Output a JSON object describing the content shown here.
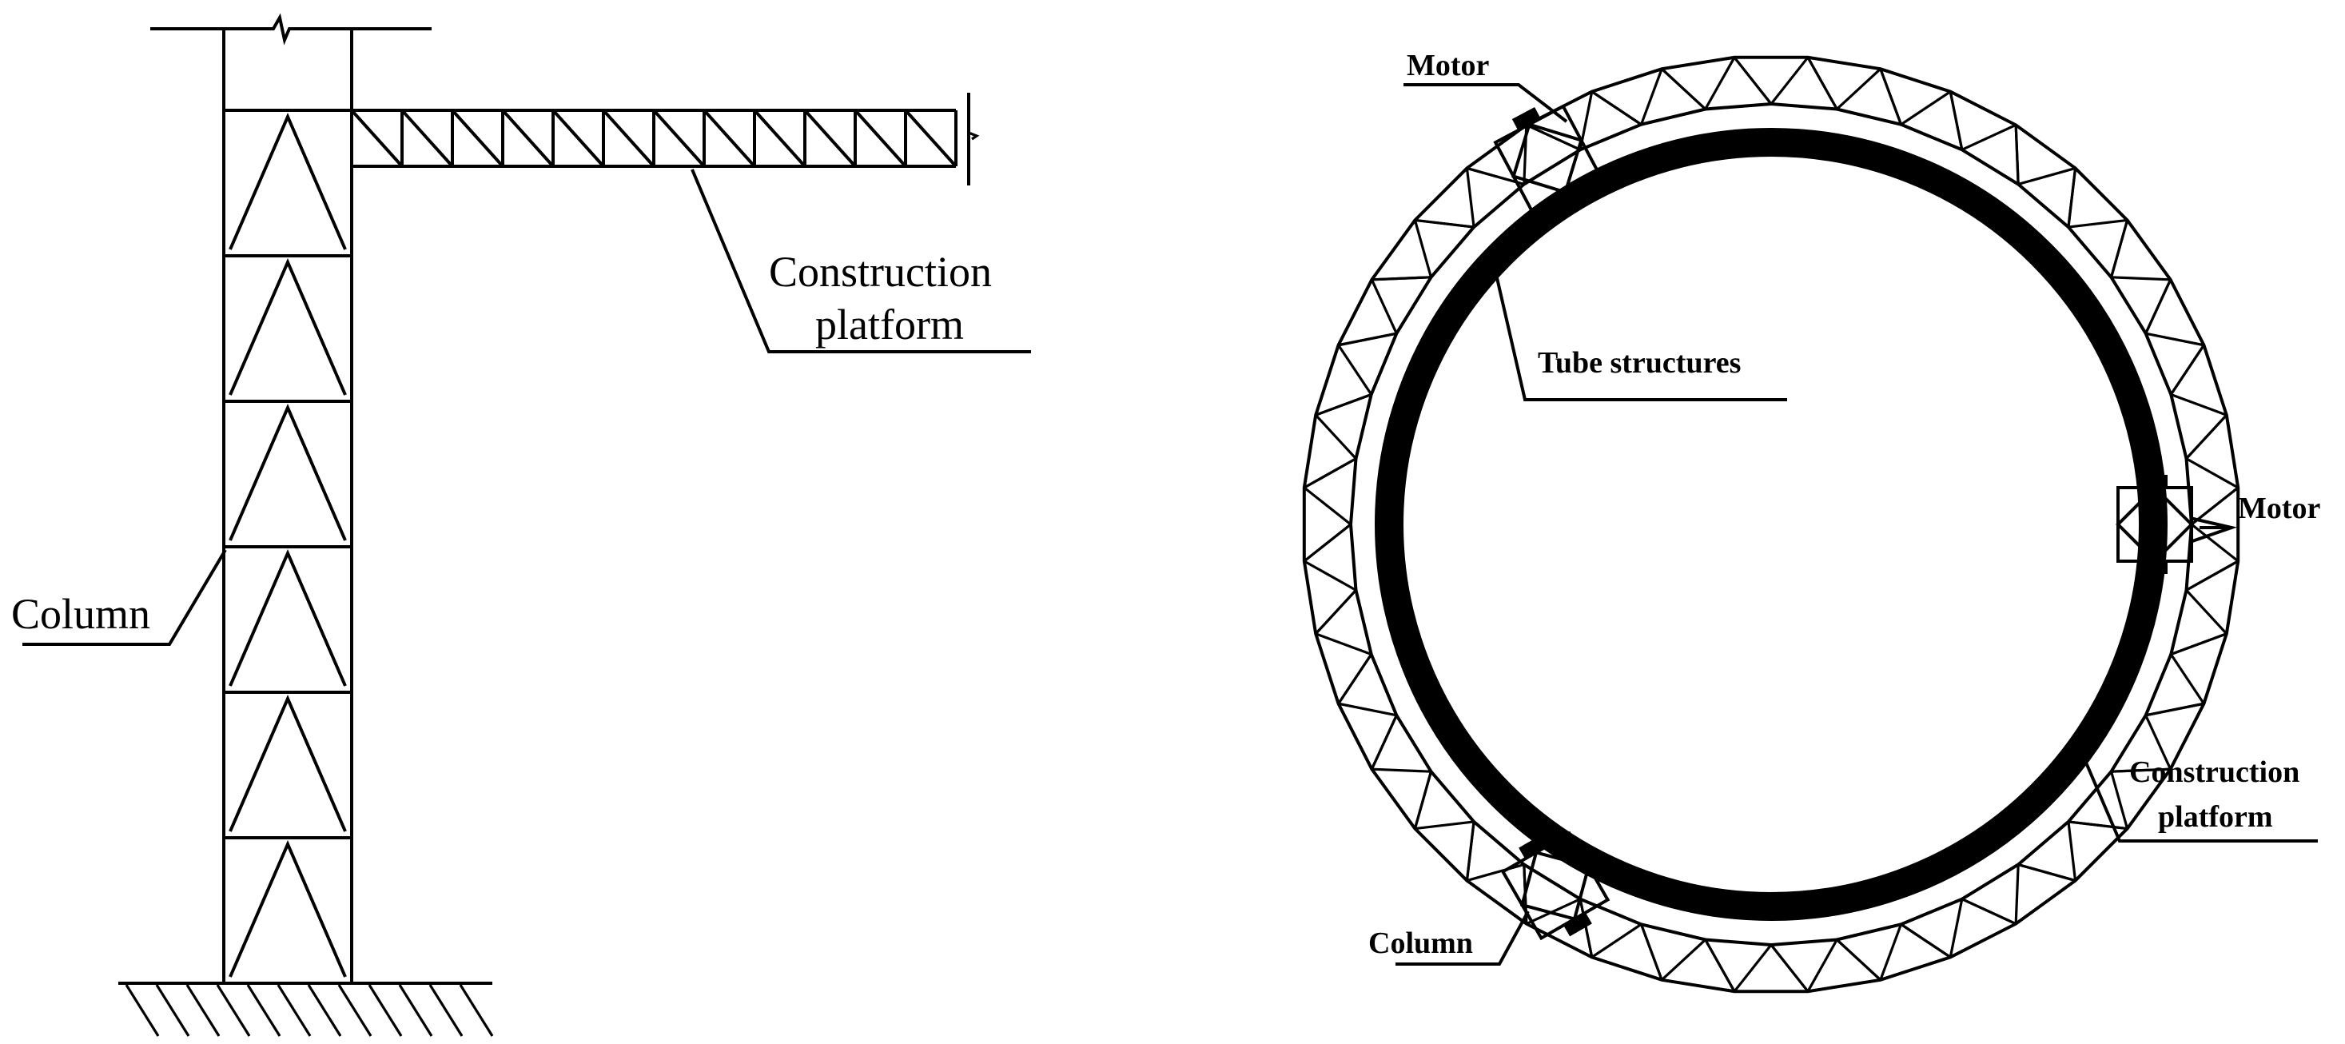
{
  "left_view": {
    "labels": {
      "construction_platform_line1": "Construction",
      "construction_platform_line2": "platform",
      "column": "Column"
    }
  },
  "right_view": {
    "labels": {
      "motor_top": "Motor",
      "motor_right": "Motor",
      "tube_structures": "Tube structures",
      "construction_platform_line1": "Construction",
      "construction_platform_line2": "platform",
      "column": "Column"
    }
  },
  "colors": {
    "ink": "#000000",
    "background": "#ffffff"
  }
}
